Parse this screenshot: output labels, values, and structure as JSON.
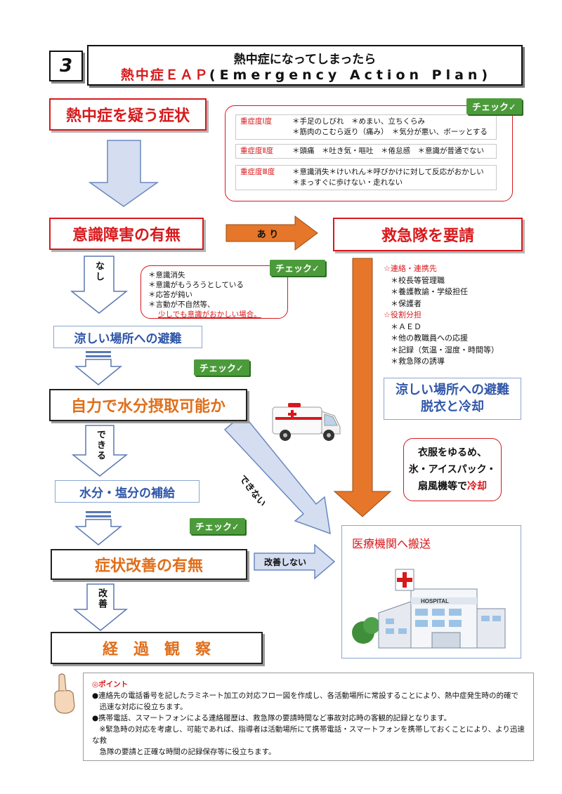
{
  "header": {
    "number": "3",
    "line1": "熱中症になってしまったら",
    "line2_red": "熱中症ＥＡＰ",
    "line2_black": "(Emergency Action Plan)"
  },
  "check_label": "チェック✓",
  "symptoms": {
    "title": "熱中症を疑う症状",
    "sev1_label": "重症度Ⅰ度",
    "sev1_line1": "＊手足のしびれ　＊めまい、立ちくらみ",
    "sev1_line2": "＊筋肉のこむら返り（痛み）　＊気分が悪い、ボーッとする",
    "sev2_label": "重症度Ⅱ度",
    "sev2_line1": "＊頭痛　＊吐き気・嘔吐　＊倦怠感　＊意識が普通でない",
    "sev3_label": "重症度Ⅲ度",
    "sev3_line1": "＊意識消失＊けいれん＊呼びかけに対して反応がおかしい",
    "sev3_line2": "＊まっすぐに歩けない・走れない"
  },
  "consciousness": {
    "title": "意識障害の有無",
    "yes_label": "あ り",
    "no_label": "なし",
    "callout": [
      "＊意識消失",
      "＊意識がもうろうとしている",
      "＊応答が鈍い",
      "＊言動が不自然等、"
    ],
    "callout_red": "少しでも意識がおかしい場合。"
  },
  "ambulance": {
    "title": "救急隊を要請",
    "contact_head": "☆連絡・連携先",
    "contacts": [
      "＊校長等管理職",
      "＊養護教諭・学級担任",
      "＊保護者"
    ],
    "role_head": "☆役割分担",
    "roles": [
      "＊ＡＥＤ",
      "＊他の教職員への応援",
      "＊記録（気温・湿度・時間等）",
      "＊救急隊の誘導"
    ],
    "cool_line1": "涼しい場所への避難",
    "cool_line2": "脱衣と冷却",
    "bubble_line1": "衣服をゆるめ、",
    "bubble_line2": "氷・アイスパック・",
    "bubble_line3a": "扇風機等で",
    "bubble_line3b": "冷却"
  },
  "left_flow": {
    "evacuate": "涼しい場所への避難",
    "hydrate_q": "自力で水分摂取可能か",
    "can": "できる",
    "cannot": "できない",
    "supply": "水分・塩分の補給",
    "improve_q": "症状改善の有無",
    "improved": "改善",
    "not_improved": "改善しない",
    "observe": "経　過　観　察"
  },
  "hospital": {
    "title": "医療機関へ搬送",
    "sign": "HOSPITAL"
  },
  "point": {
    "head": "◎ポイント",
    "lines": [
      "●連絡先の電話番号を記したラミネート加工の対応フロー図を作成し、各活動場所に常設することにより、熱中症発生時の的確で",
      "　迅速な対応に役立ちます。",
      "●携帯電話、スマートフォンによる連絡履歴は、救急隊の要請時間など事故対応時の客観的記録となります。",
      "　※緊急時の対応を考慮し、可能であれば、指導者は活動場所にて携帯電話・スマートフォンを携帯しておくことにより、より迅速な救",
      "　急隊の要請と正確な時間の記録保存等に役立ちます。"
    ]
  }
}
